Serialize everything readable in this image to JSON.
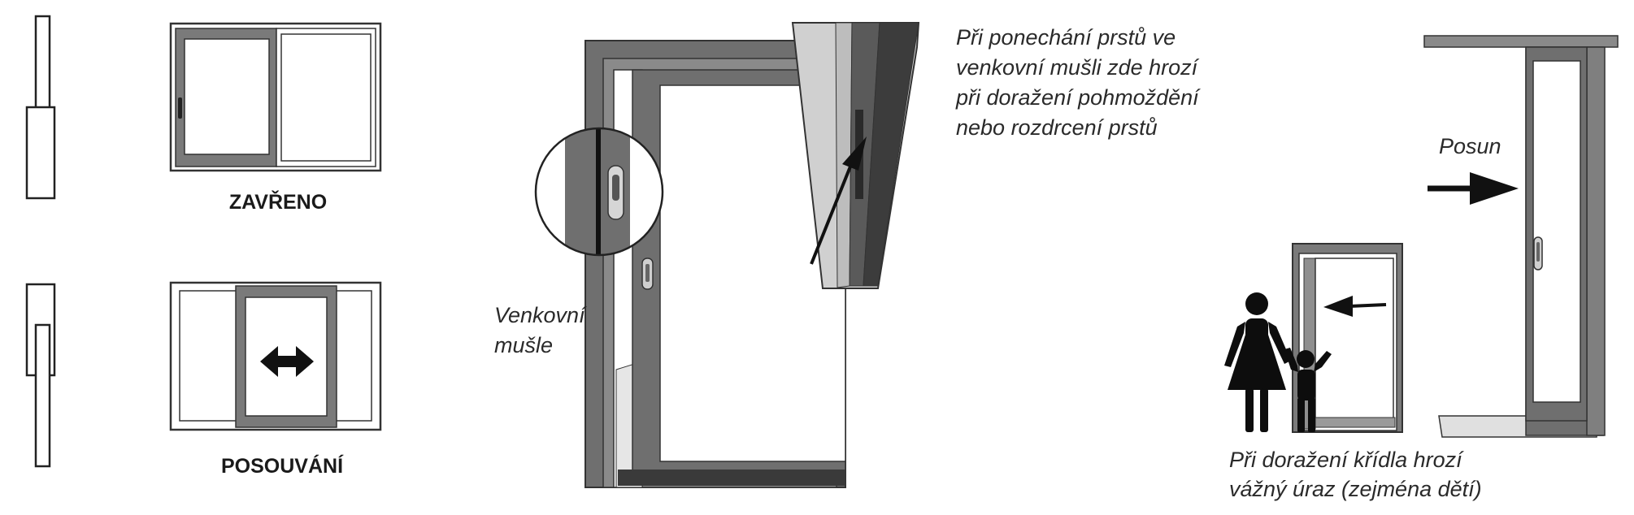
{
  "figure": {
    "left_panel": {
      "closed_label": "ZAVŘENO",
      "sliding_label": "POSOUVÁNÍ"
    },
    "middle_panel": {
      "warning_lines": [
        "Při ponechání prstů ve",
        "venkovní mušli zde hrozí",
        "při doražení pohmoždění",
        "nebo rozdrcení prstů"
      ],
      "outer_shell_lines": [
        "Venkovní",
        "mušle"
      ]
    },
    "right_panel": {
      "slide_label": "Posun",
      "injury_lines": [
        "Při doražení křídla hrozí",
        "vážný úraz (zejména dětí)"
      ]
    }
  },
  "colors": {
    "frame_gray": "#6f6f6f",
    "dark_gray": "#3c3c3c",
    "light_gray": "#bdbdbd",
    "outline": "#333333",
    "arrow": "#111111"
  }
}
